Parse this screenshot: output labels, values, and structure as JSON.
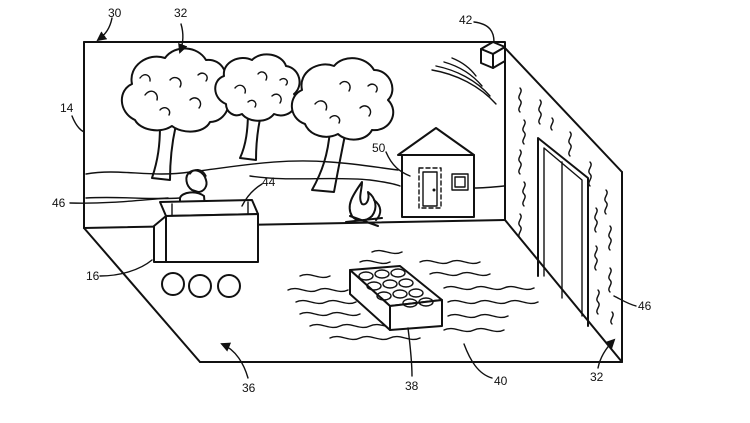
{
  "figure": {
    "labels": {
      "room": "30",
      "trees": "32",
      "wall_corner": "32",
      "speaker": "42",
      "back_wall": "14",
      "wall_left": "46",
      "wall_right": "46",
      "controller": "44",
      "house": "50",
      "vehicle": "16",
      "floor": "36",
      "raft": "38",
      "water": "40"
    }
  }
}
